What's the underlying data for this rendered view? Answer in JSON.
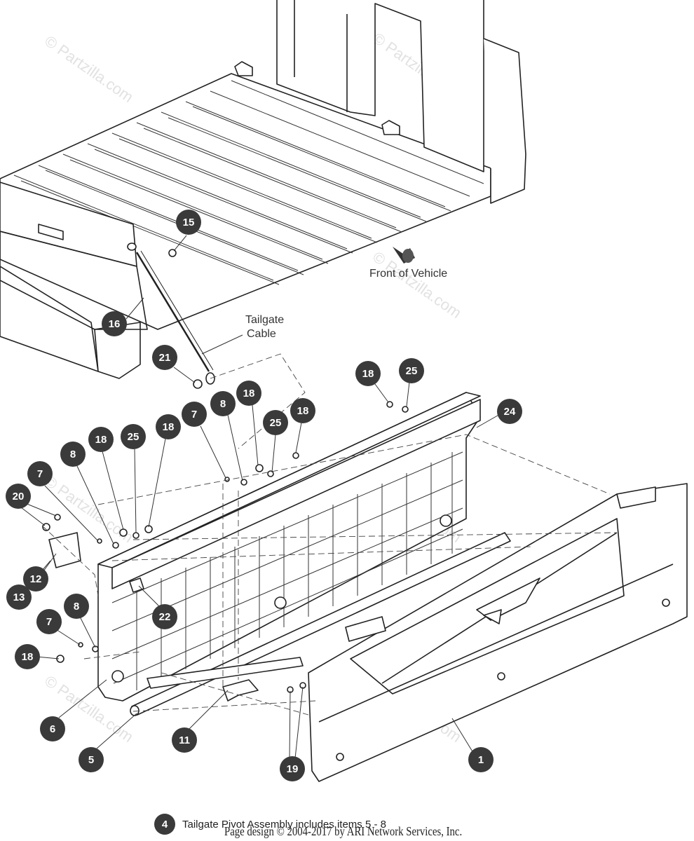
{
  "watermark": "© Partzilla.com",
  "labels": {
    "front_of_vehicle": "Front of Vehicle",
    "tailgate_cable_line1": "Tailgate",
    "tailgate_cable_line2": "Cable"
  },
  "callouts": [
    "15",
    "16",
    "21",
    "18",
    "25",
    "7",
    "8",
    "18",
    "25",
    "18",
    "24",
    "8",
    "18",
    "25",
    "18",
    "7",
    "20",
    "12",
    "13",
    "22",
    "7",
    "8",
    "18",
    "6",
    "5",
    "11",
    "19",
    "1"
  ],
  "footer": {
    "note_number": "4",
    "note_text": "Tailgate Pivot Assembly includes items 5 - 8",
    "copyright": "Page design © 2004-2017 by ARI Network Services, Inc."
  },
  "colors": {
    "callout_fill": "#3a3a3a",
    "line": "#222222",
    "watermark": "#e2e2e2"
  }
}
